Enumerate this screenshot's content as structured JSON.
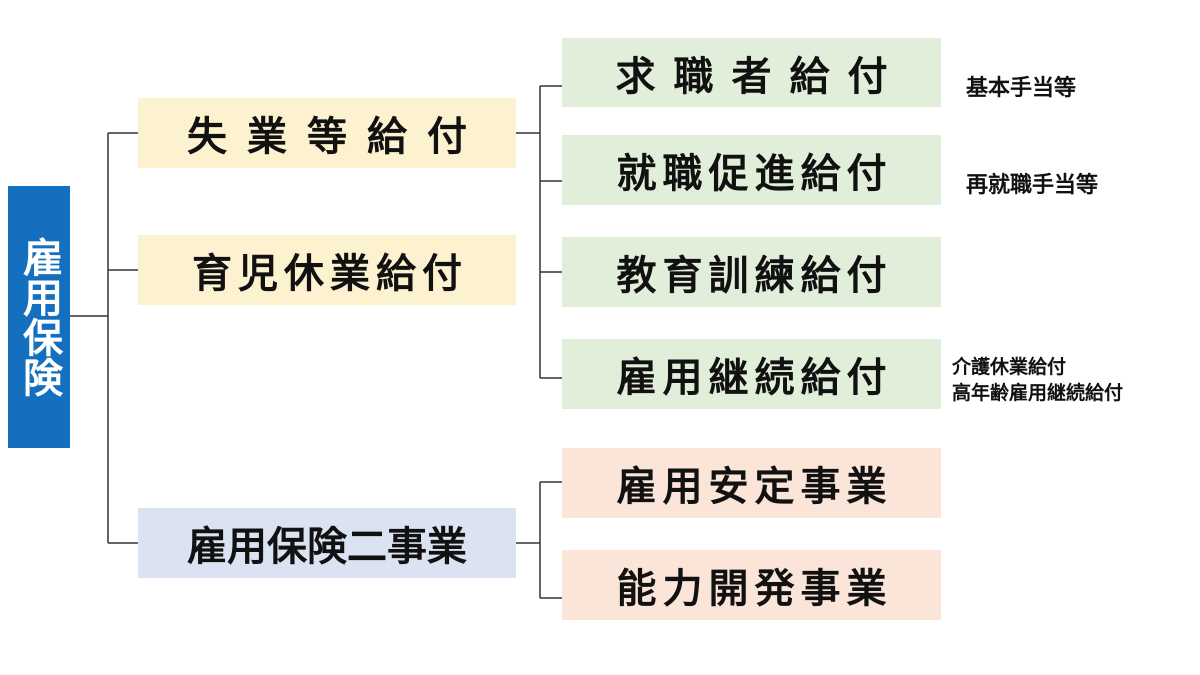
{
  "root": {
    "label": "雇用保険",
    "color": "#1470be"
  },
  "level1": [
    {
      "id": "shitsugyo",
      "label": "失業等給付",
      "color": "#fdf2cf"
    },
    {
      "id": "ikuji",
      "label": "育児休業給付",
      "color": "#fdf2cf"
    },
    {
      "id": "nijigyo",
      "label": "雇用保険二事業",
      "color": "#dbe3f2"
    }
  ],
  "level2": [
    {
      "id": "kyushokusha",
      "label": "求職者給付",
      "note": "基本手当等",
      "color": "#e1efda"
    },
    {
      "id": "shushoku",
      "label": "就職促進給付",
      "note": "再就職手当等",
      "color": "#e1efda"
    },
    {
      "id": "kyoiku",
      "label": "教育訓練給付",
      "note": "",
      "color": "#e1efda"
    },
    {
      "id": "keizoku",
      "label": "雇用継続給付",
      "note_lines": [
        "介護休業給付",
        "高年齢雇用継続給付"
      ],
      "color": "#e1efda"
    },
    {
      "id": "antei",
      "label": "雇用安定事業",
      "note": "",
      "color": "#fbe5d8"
    },
    {
      "id": "noryoku",
      "label": "能力開発事業",
      "note": "",
      "color": "#fbe5d8"
    }
  ]
}
